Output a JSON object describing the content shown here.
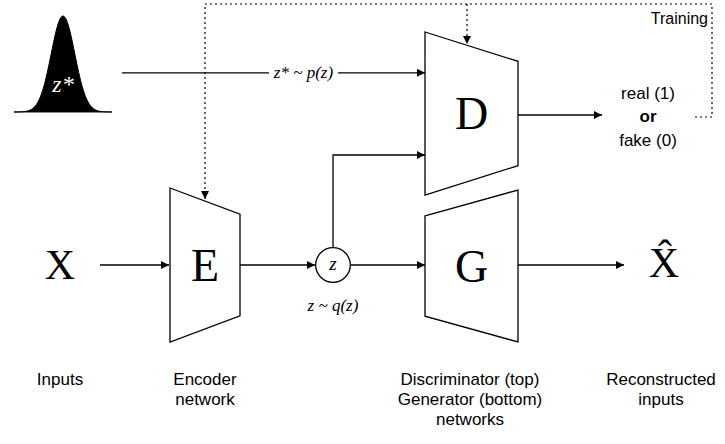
{
  "diagram": {
    "nodes": [
      {
        "text": [
          "z*"
        ]
      },
      {
        "text": [
          "D"
        ]
      },
      {
        "text": [
          "E"
        ]
      },
      {
        "text": [
          "z"
        ]
      },
      {
        "text": [
          "G"
        ]
      }
    ],
    "edges": [
      {
        "from": 0,
        "to": 1,
        "arrow": "to",
        "label": "z* ~ p(z)"
      },
      {
        "from": 2,
        "to": 3,
        "arrow": "to"
      },
      {
        "from": 3,
        "to": 4,
        "arrow": "to"
      },
      {
        "from": 3,
        "to": 1,
        "arrow": "to"
      }
    ],
    "labels": [
      "X",
      "X̂",
      "real (1)",
      "or",
      "fake (0)",
      "Training",
      "z ~ q(z)",
      "Inputs",
      "Encoder network",
      "Discriminator (top) Generator (bottom) networks",
      "Reconstructed inputs"
    ]
  }
}
